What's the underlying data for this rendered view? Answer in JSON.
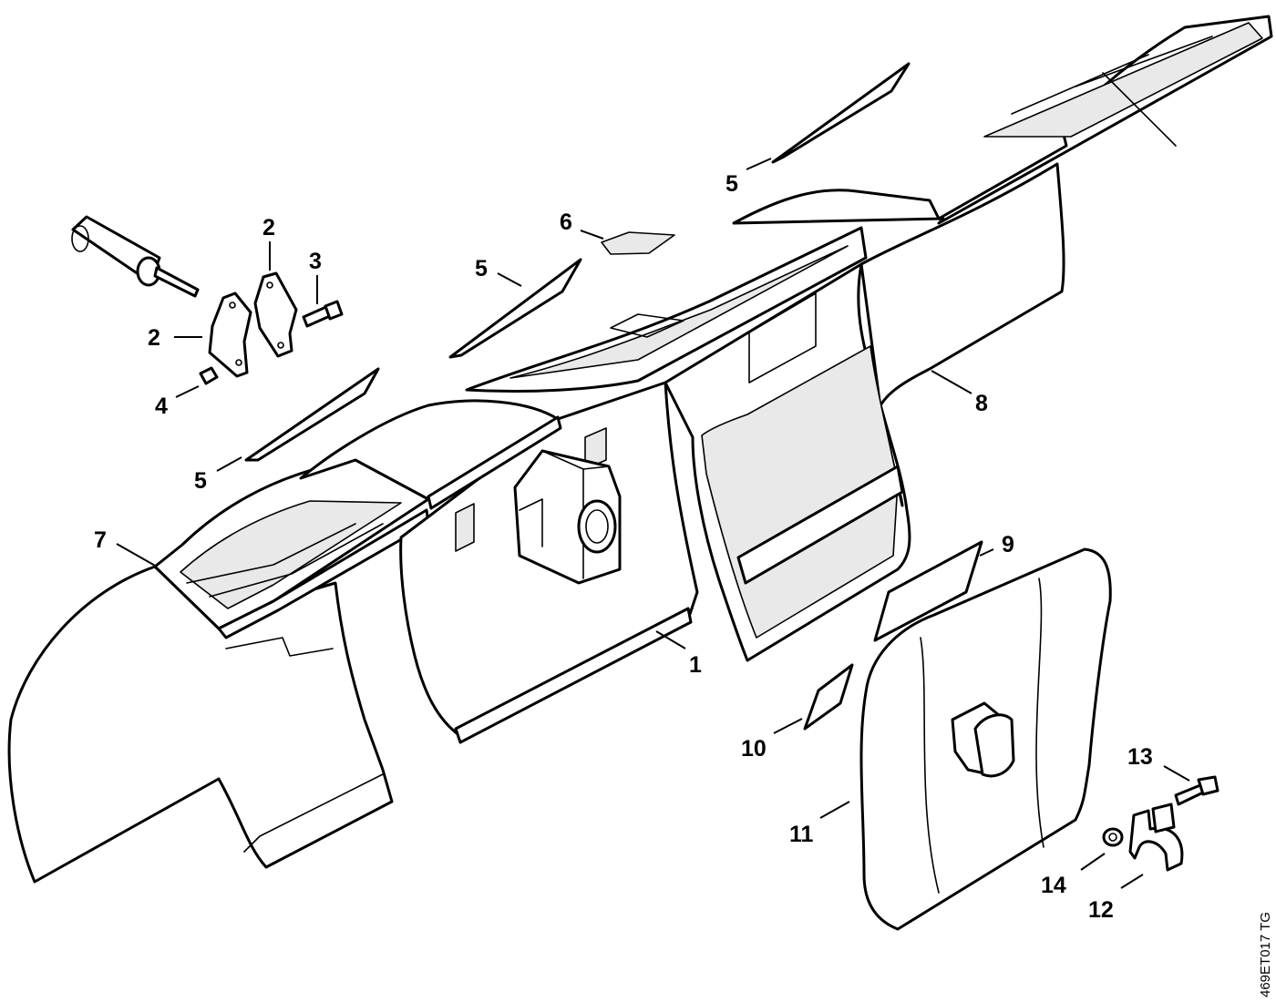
{
  "drawing_id": "469ET017 TG",
  "colors": {
    "line": "#000000",
    "paper": "#ffffff",
    "shade": "#e9e9e9"
  },
  "callouts": {
    "c1": "1",
    "c2a": "2",
    "c2b": "2",
    "c3": "3",
    "c4": "4",
    "c5a": "5",
    "c5b": "5",
    "c5c": "5",
    "c6": "6",
    "c7": "7",
    "c8": "8",
    "c9": "9",
    "c10": "10",
    "c11": "11",
    "c12": "12",
    "c13": "13",
    "c14": "14"
  }
}
